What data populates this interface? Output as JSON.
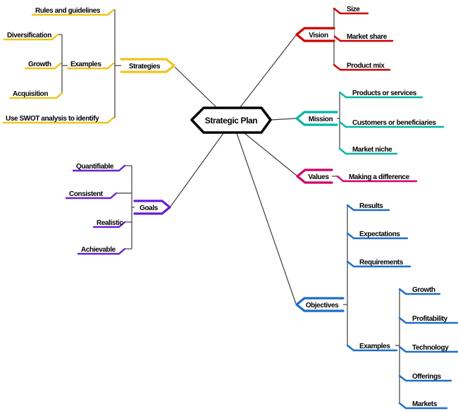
{
  "diagram_type": "mind-map",
  "colors": {
    "strategies_branch": "#f0c419",
    "vision_branch": "#cc0000",
    "mission_branch": "#00b5a5",
    "values_branch": "#d10069",
    "goals_branch": "#691ed7",
    "objectives_branch": "#1c6ec8",
    "connector": "#3c3c3c",
    "text": "#000000",
    "background": "#ffffff"
  },
  "nodes": {
    "strategic_plan": {
      "label": "Strategic Plan"
    },
    "strategies": {
      "label": "Strategies"
    },
    "rules_guidelines": {
      "label": "Rules and guidelines"
    },
    "examples_strategies": {
      "label": "Examples"
    },
    "swot": {
      "label": "Use SWOT analysis to identify"
    },
    "diversification": {
      "label": "Diversification"
    },
    "growth_strategies": {
      "label": "Growth"
    },
    "acquisition": {
      "label": "Acquisition"
    },
    "vision": {
      "label": "Vision"
    },
    "size": {
      "label": "Size"
    },
    "market_share": {
      "label": "Market share"
    },
    "product_mix": {
      "label": "Product mix"
    },
    "mission": {
      "label": "Mission"
    },
    "products_services": {
      "label": "Products or services"
    },
    "customers_beneficiaries": {
      "label": "Customers or beneficiaries"
    },
    "market_niche": {
      "label": "Market niche"
    },
    "values": {
      "label": "Values"
    },
    "making_difference": {
      "label": "Making a difference"
    },
    "goals": {
      "label": "Goals"
    },
    "quantifiable": {
      "label": "Quantifiable"
    },
    "consistent": {
      "label": "Consistent"
    },
    "realistic": {
      "label": "Realistic"
    },
    "achievable": {
      "label": "Achievable"
    },
    "objectives": {
      "label": "Objectives"
    },
    "results": {
      "label": "Results"
    },
    "expectations": {
      "label": "Expectations"
    },
    "requirements": {
      "label": "Requirements"
    },
    "examples_objectives": {
      "label": "Examples"
    },
    "growth_objectives": {
      "label": "Growth"
    },
    "profitability": {
      "label": "Profitability"
    },
    "technology": {
      "label": "Technology"
    },
    "offerings": {
      "label": "Offerings"
    },
    "markets": {
      "label": "Markets"
    }
  },
  "hierarchy": {
    "root": "Strategic Plan",
    "branches": [
      {
        "topic": "Strategies",
        "color": "#f0c419",
        "children": [
          {
            "topic": "Rules and guidelines"
          },
          {
            "topic": "Examples",
            "children": [
              {
                "topic": "Diversification"
              },
              {
                "topic": "Growth"
              },
              {
                "topic": "Acquisition"
              }
            ]
          },
          {
            "topic": "Use SWOT analysis to identify"
          }
        ]
      },
      {
        "topic": "Vision",
        "color": "#cc0000",
        "children": [
          {
            "topic": "Size"
          },
          {
            "topic": "Market share"
          },
          {
            "topic": "Product mix"
          }
        ]
      },
      {
        "topic": "Mission",
        "color": "#00b5a5",
        "children": [
          {
            "topic": "Products or services"
          },
          {
            "topic": "Customers or beneficiaries"
          },
          {
            "topic": "Market niche"
          }
        ]
      },
      {
        "topic": "Values",
        "color": "#d10069",
        "children": [
          {
            "topic": "Making a difference"
          }
        ]
      },
      {
        "topic": "Goals",
        "color": "#691ed7",
        "children": [
          {
            "topic": "Quantifiable"
          },
          {
            "topic": "Consistent"
          },
          {
            "topic": "Realistic"
          },
          {
            "topic": "Achievable"
          }
        ]
      },
      {
        "topic": "Objectives",
        "color": "#1c6ec8",
        "children": [
          {
            "topic": "Results"
          },
          {
            "topic": "Expectations"
          },
          {
            "topic": "Requirements"
          },
          {
            "topic": "Examples",
            "children": [
              {
                "topic": "Growth"
              },
              {
                "topic": "Profitability"
              },
              {
                "topic": "Technology"
              },
              {
                "topic": "Offerings"
              },
              {
                "topic": "Markets"
              }
            ]
          }
        ]
      }
    ]
  }
}
